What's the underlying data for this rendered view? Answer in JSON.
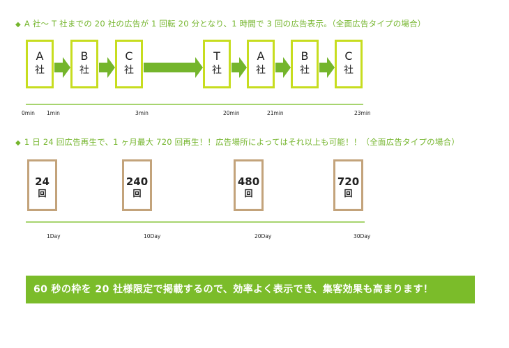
{
  "heading1": {
    "marker": "◆",
    "text": "A 社〜 T 社までの 20 社の広告が 1 回転 20 分となり、1 時間で 3 回の広告表示。（全面広告タイプの場合）"
  },
  "rotation": {
    "sha_label": "社",
    "boxes": [
      "A",
      "B",
      "C",
      "T",
      "A",
      "B",
      "C"
    ],
    "ticks": [
      "0min",
      "1min",
      "3min",
      "20min",
      "21min",
      "23min"
    ]
  },
  "heading2": {
    "marker": "◆",
    "text": "1 日 24 回広告再生で、1 ヶ月最大 720 回再生！！広告場所によってはそれ以上も可能！！（全面広告タイプの場合）"
  },
  "plays": {
    "kai_label": "回",
    "counts": [
      "24",
      "240",
      "480",
      "720"
    ],
    "ticks": [
      "1Day",
      "10Day",
      "20Day",
      "30Day"
    ]
  },
  "banner": {
    "text": "60 秒の枠を 20 社様限定で掲載するので、効率よく表示でき、集客効果も高まります！"
  },
  "colors": {
    "heading": "#74b52c",
    "box1_border": "#c7dd1f",
    "arrow": "#74b52c",
    "axis": "#a7d46f",
    "box2_border": "#c3a37b",
    "banner_bg": "#7bbc2a"
  }
}
